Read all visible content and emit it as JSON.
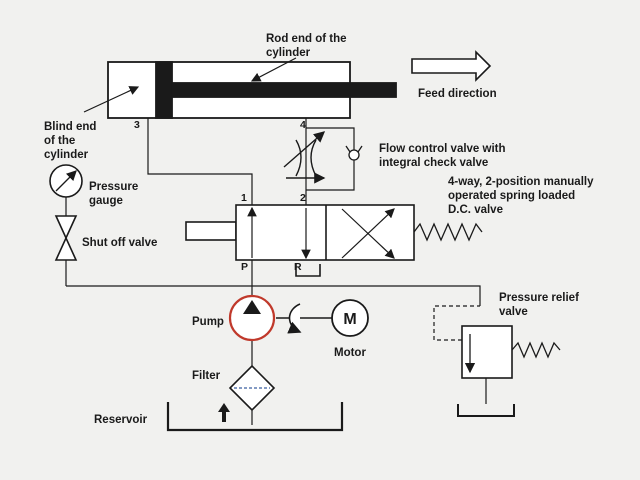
{
  "labels": {
    "rod_end": [
      "Rod end of the",
      "cylinder"
    ],
    "feed_direction": "Feed direction",
    "blind_end": [
      "Blind end",
      "of the",
      "cylinder"
    ],
    "flow_control": [
      "Flow control valve with",
      "integral check valve"
    ],
    "pressure_gauge": [
      "Pressure",
      "gauge"
    ],
    "dc_valve": [
      "4-way, 2-position manually",
      "operated spring loaded",
      "D.C. valve"
    ],
    "shut_off": "Shut off valve",
    "pressure_relief": [
      "Pressure relief",
      "valve"
    ],
    "pump": "Pump",
    "motor": "Motor",
    "motor_symbol": "M",
    "filter": "Filter",
    "reservoir": "Reservoir"
  },
  "ports": {
    "cyl_blind": "3",
    "cyl_rod": "4",
    "valve_1": "1",
    "valve_2": "2",
    "valve_P": "P",
    "valve_R": "R"
  },
  "colors": {
    "line": "#1a1a1a",
    "pump_ring": "#c0392b",
    "background": "#f1f1ef",
    "filter_dash": "#3a5fa0"
  }
}
